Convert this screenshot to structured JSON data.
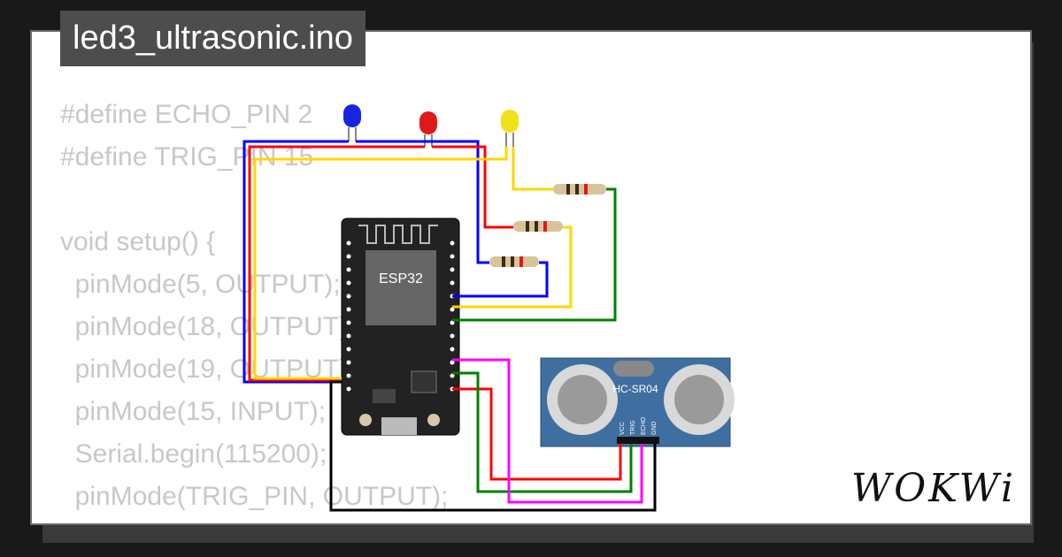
{
  "title": "led3_ultrasonic.ino",
  "code": "#define ECHO_PIN 2\n#define TRIG_PIN 15\n\nvoid setup() {\n  pinMode(5, OUTPUT);\n  pinMode(18, OUTPUT);\n  pinMode(19, OUTPUT);\n  pinMode(15, INPUT);\n  Serial.begin(115200);\n  pinMode(TRIG_PIN, OUTPUT);\n  pinMode(ECHO_PIN, INPUT);",
  "board": {
    "label": "ESP32"
  },
  "sensor": {
    "label": "HC-SR04",
    "pins": [
      "VCC",
      "TRIG",
      "ECHO",
      "GND"
    ]
  },
  "leds": [
    {
      "color": "blue",
      "hex": "#1a24e0"
    },
    {
      "color": "red",
      "hex": "#e01a1a"
    },
    {
      "color": "yellow",
      "hex": "#f0e21a"
    }
  ],
  "wire_colors": {
    "blue": "#0000ff",
    "red": "#ff0000",
    "yellow": "#ffd700",
    "green": "#008000",
    "magenta": "#ff00ff",
    "black": "#000000"
  },
  "brand": "WOKWi"
}
